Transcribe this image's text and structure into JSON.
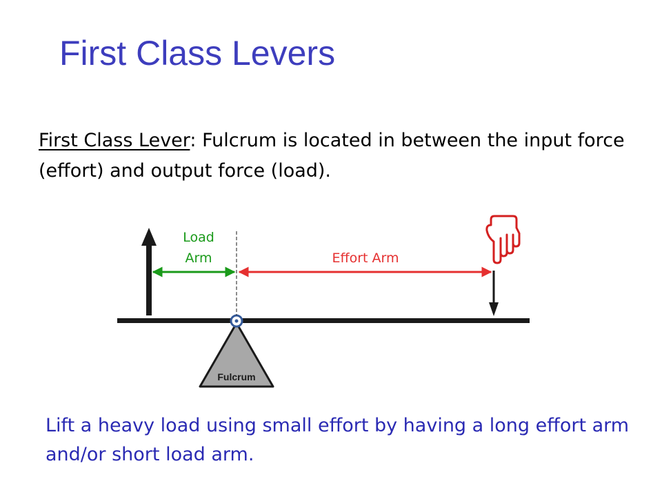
{
  "slide": {
    "title": "First Class Levers"
  },
  "definition": {
    "term": "First Class Lever",
    "separator": ":",
    "text": " Fulcrum is located in between the input force (effort) and output force (load)."
  },
  "diagram": {
    "load_arm_line1": "Load",
    "load_arm_line2": "Arm",
    "effort_arm_label": "Effort Arm",
    "fulcrum_label": "Fulcrum",
    "colors": {
      "load_arm": "#1a9a1a",
      "effort_arm": "#e53030",
      "lever": "#1a1a1a",
      "fulcrum_fill": "#a8a8a8",
      "hand_outline": "#d42020"
    }
  },
  "caption": {
    "text": "Lift a heavy load using small effort by having a long effort arm and/or short load arm."
  }
}
